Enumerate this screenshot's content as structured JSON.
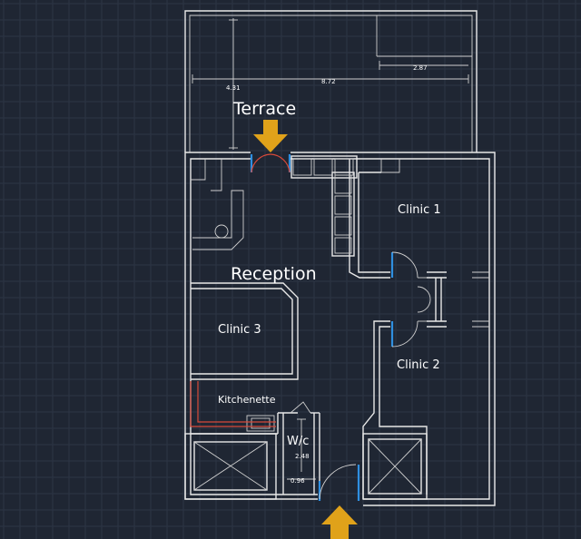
{
  "rooms": {
    "terrace": "Terrace",
    "reception": "Reception",
    "clinic1": "Clinic 1",
    "clinic2": "Clinic 2",
    "clinic3": "Clinic 3",
    "kitchenette": "Kitchenette",
    "wc": "W/c"
  },
  "dimensions": {
    "d431": "4.31",
    "d872": "8.72",
    "d287": "2.87",
    "d248": "2.48",
    "d096": "0.96"
  },
  "icons": {
    "entrance_arrow": "entrance-arrow-icon",
    "terrace_arrow": "terrace-arrow-icon"
  },
  "colors": {
    "background": "#1f2633",
    "wall": "#e8e8e8",
    "door": "#2f8fe0",
    "arrow": "#e0a21a",
    "kitchen": "#d84a3a"
  }
}
